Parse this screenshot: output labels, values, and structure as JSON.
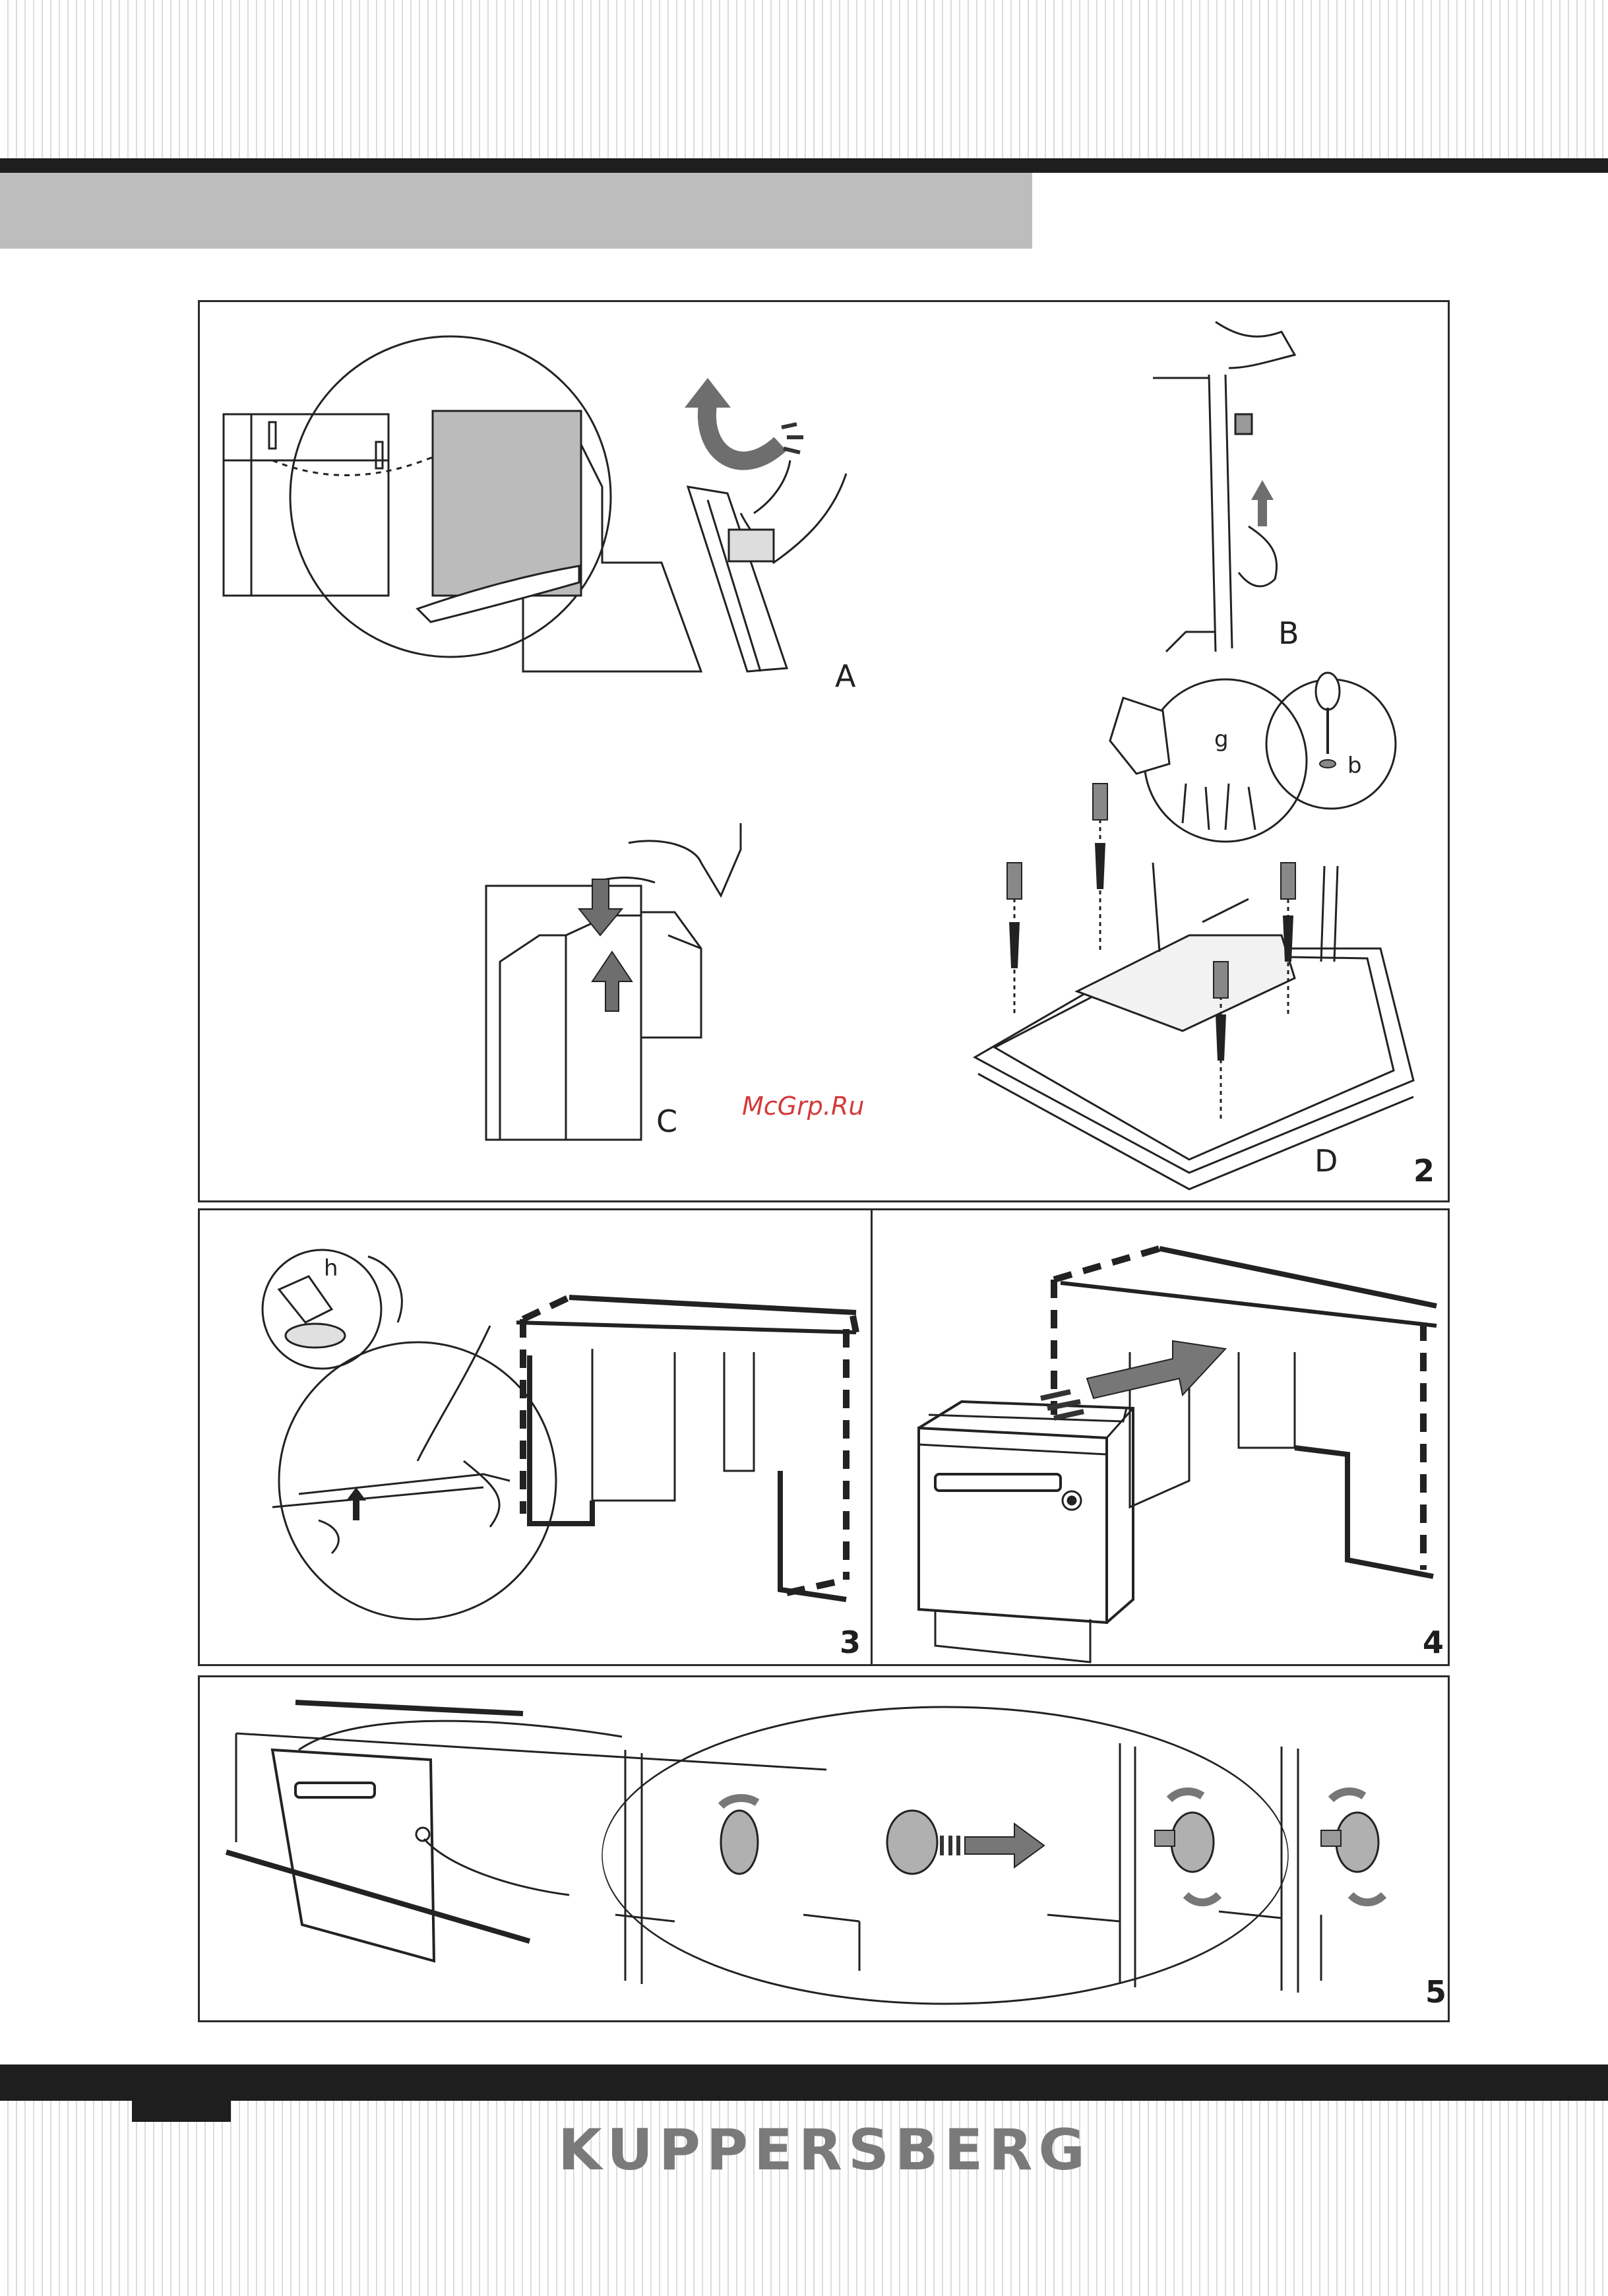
{
  "brand": "KUPPERSBERG",
  "watermark": "McGrp.Ru",
  "figures": {
    "fig2": {
      "number": "2",
      "labels": {
        "a": "A",
        "b": "B",
        "c": "C",
        "d": "D",
        "g": "g",
        "b_small": "b"
      }
    },
    "fig3": {
      "number": "3",
      "labels": {
        "h": "h"
      }
    },
    "fig4": {
      "number": "4"
    },
    "fig5": {
      "number": "5"
    }
  },
  "colors": {
    "band": "#1e1e1e",
    "tab": "#bdbdbd",
    "brand_text": "#7a7a7a",
    "arrow": "#6e6e6e",
    "watermark": "#d43a3a"
  }
}
